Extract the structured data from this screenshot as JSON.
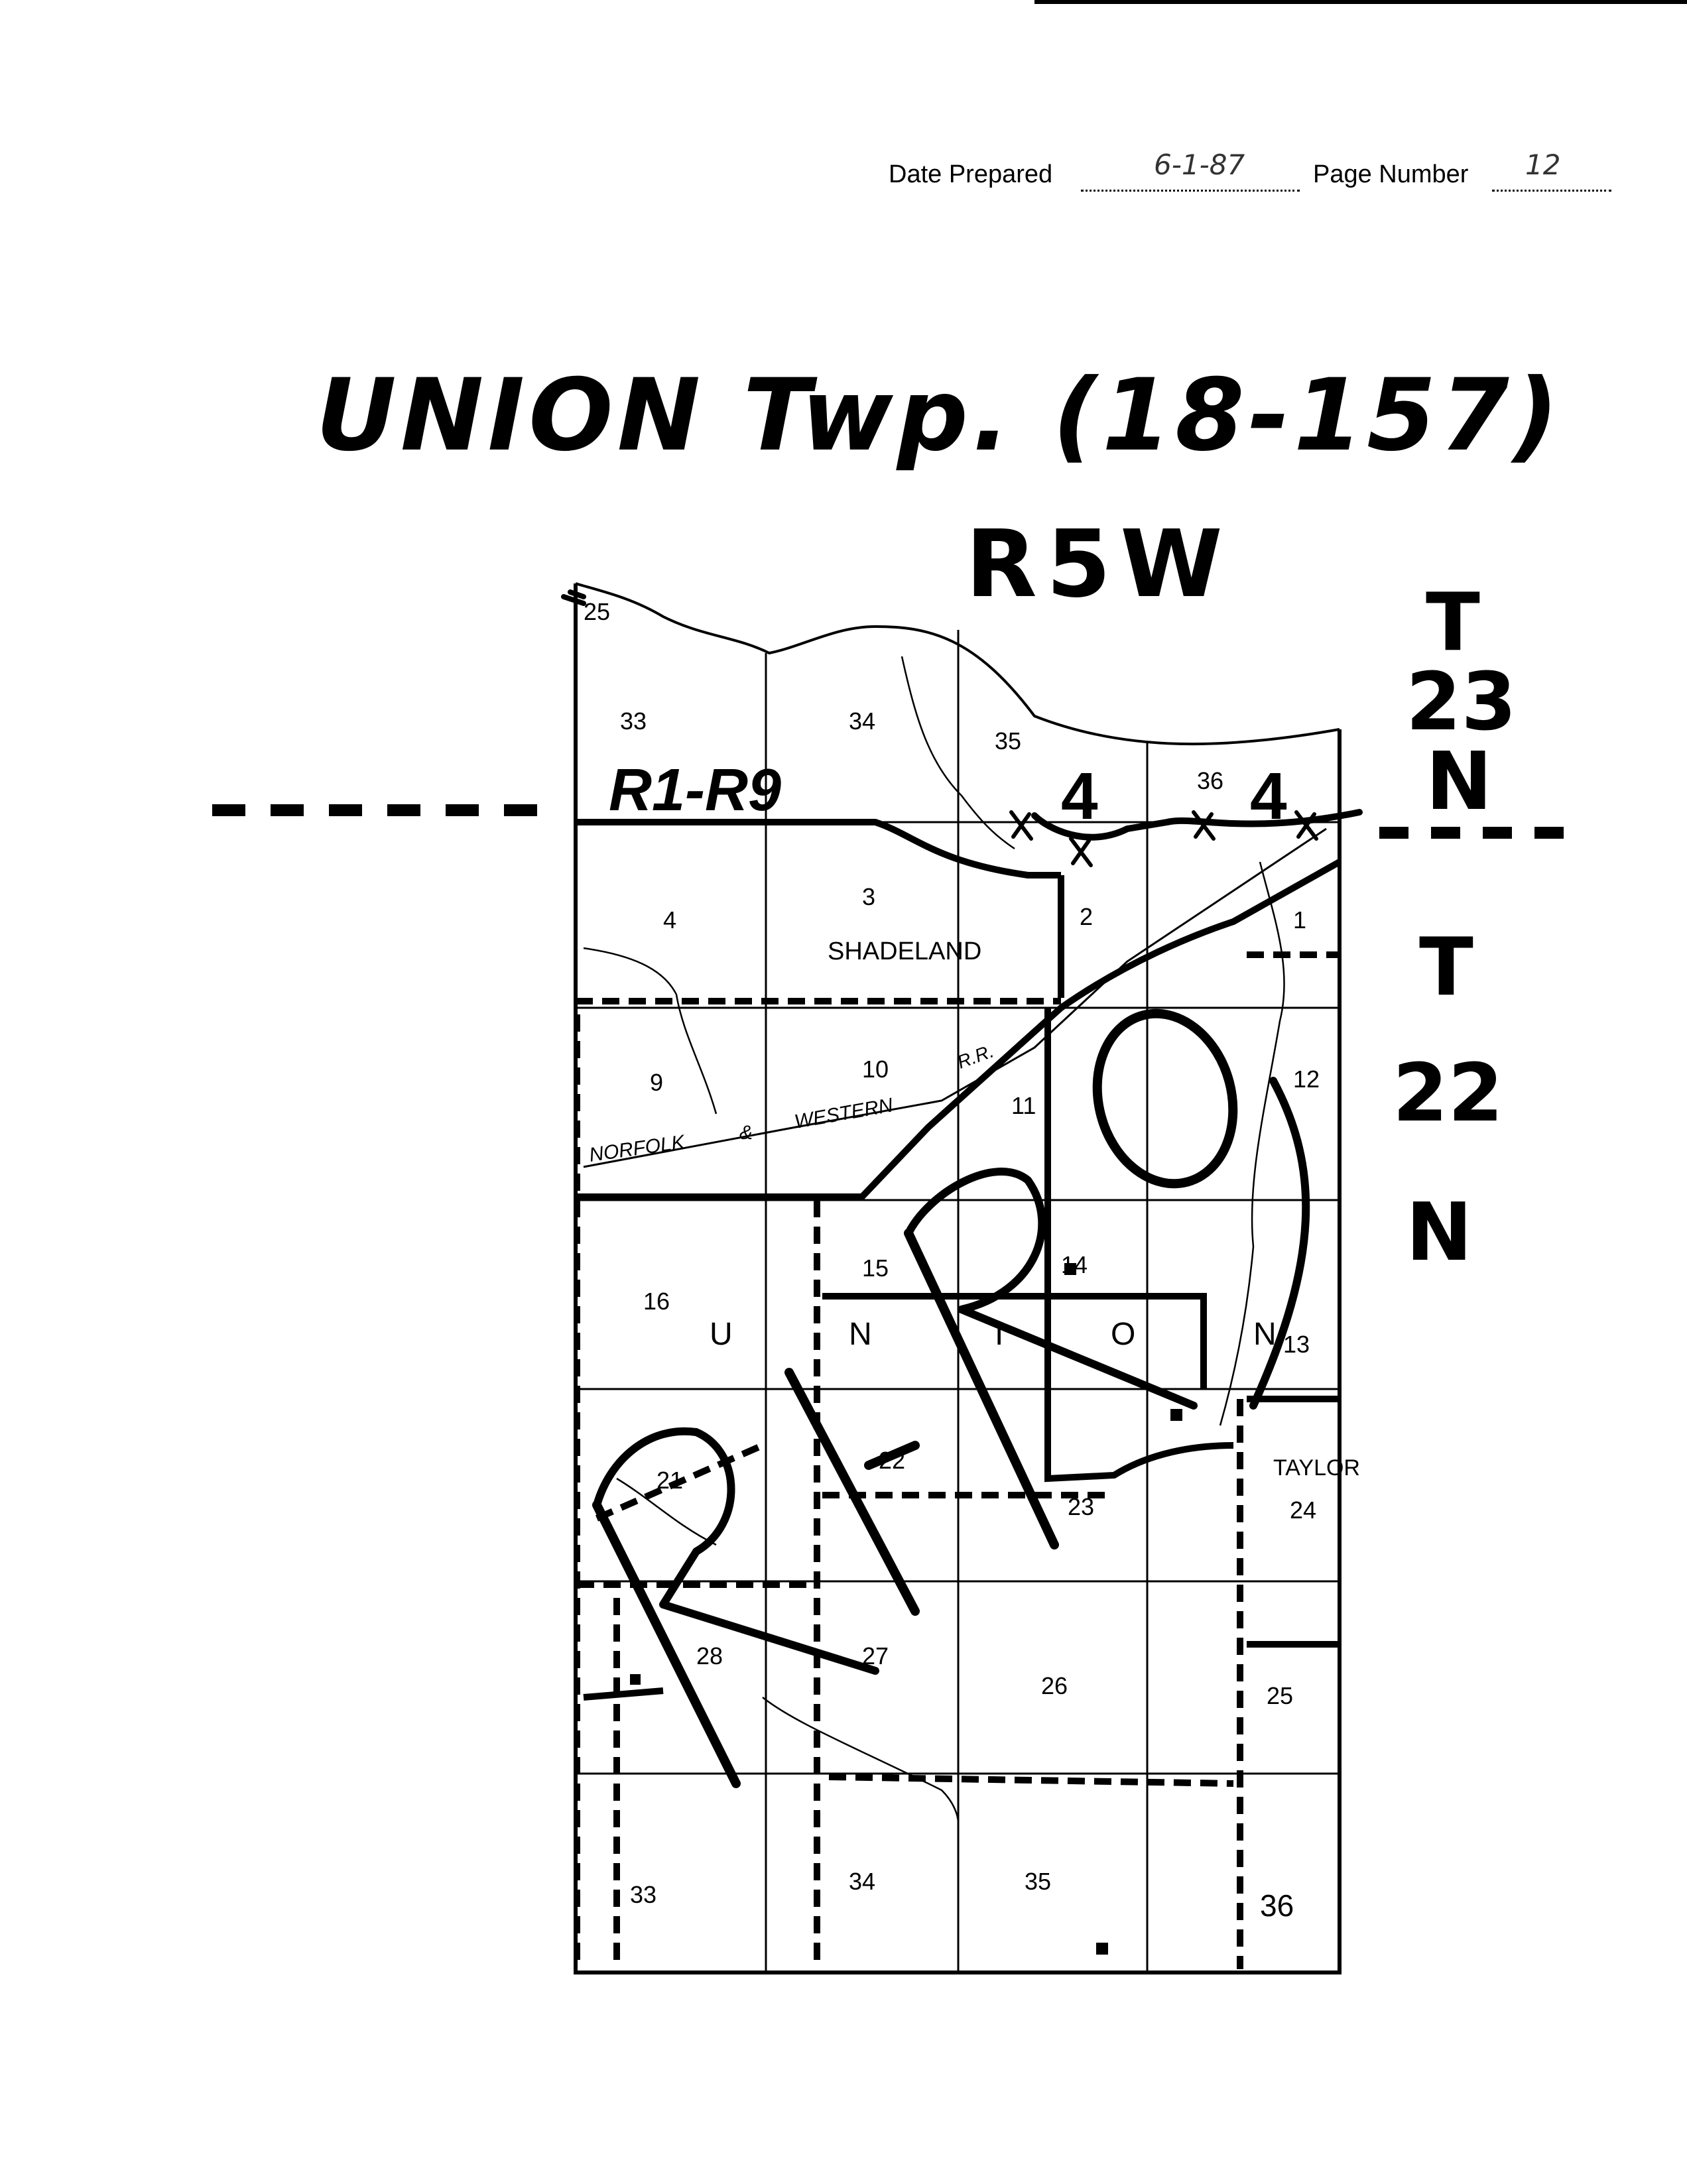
{
  "header": {
    "date_label": "Date Prepared",
    "date_value": "6-1-87",
    "page_label": "Page Number",
    "page_value": "12"
  },
  "title": "UNION Twp. (18-157)",
  "range_label": "R5W",
  "township_upper": [
    "T",
    "23",
    "N"
  ],
  "township_lower": [
    "T",
    "22",
    "N"
  ],
  "annotations": {
    "scale_range": "R1-R9",
    "marker_left": "4",
    "marker_right": "4"
  },
  "map": {
    "place_labels": [
      "SHADELAND",
      "TAYLOR"
    ],
    "township_letters": [
      "U",
      "N",
      "I",
      "O",
      "N"
    ],
    "railroad_words": [
      "NORFOLK",
      "&",
      "WESTERN",
      "R.R."
    ],
    "section_numbers": [
      "25",
      "33",
      "34",
      "35",
      "36",
      "4",
      "3",
      "2",
      "1",
      "9",
      "10",
      "11",
      "12",
      "16",
      "15",
      "14",
      "13",
      "21",
      "22",
      "23",
      "24",
      "28",
      "27",
      "26",
      "25",
      "33",
      "34",
      "35",
      "36"
    ]
  },
  "colors": {
    "ink": "#000000",
    "paper": "#ffffff"
  }
}
